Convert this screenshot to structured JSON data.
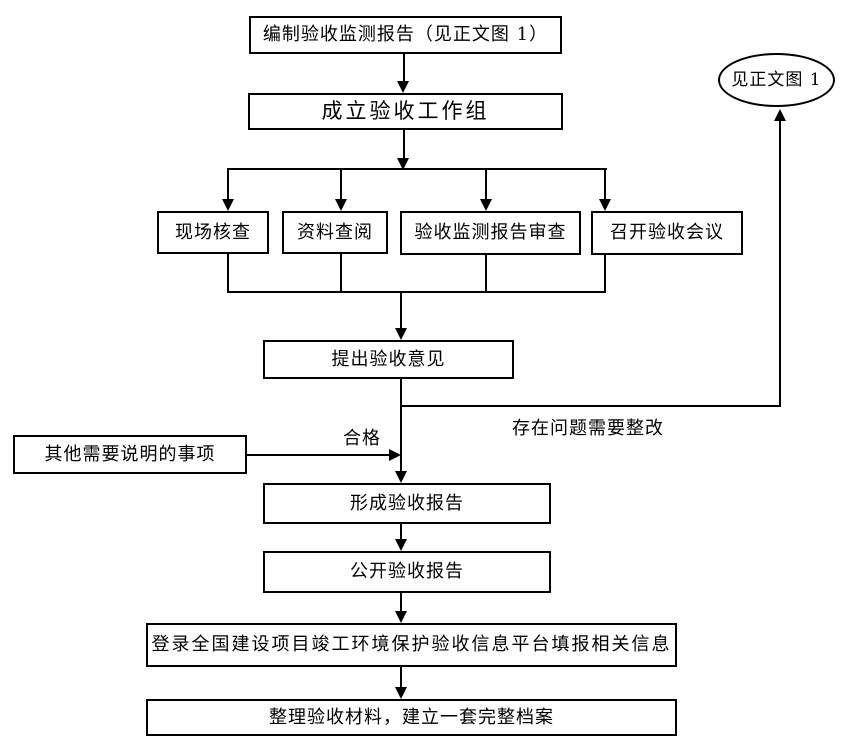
{
  "diagram": {
    "background": "#ffffff",
    "line_color": "#000000",
    "nodes": {
      "prepare_report": {
        "label": "编制验收监测报告（见正文图 1）",
        "shape": "rect"
      },
      "form_group": {
        "label": "成立验收工作组",
        "shape": "rect"
      },
      "site_check": {
        "label": "现场核查",
        "shape": "rect"
      },
      "review_materials": {
        "label": "资料查阅",
        "shape": "rect"
      },
      "review_monitor_report": {
        "label": "验收监测报告审查",
        "shape": "rect"
      },
      "hold_meeting": {
        "label": "召开验收会议",
        "shape": "rect"
      },
      "propose_opinion": {
        "label": "提出验收意见",
        "shape": "rect"
      },
      "other_notes": {
        "label": "其他需要说明的事项",
        "shape": "rect"
      },
      "form_report": {
        "label": "形成验收报告",
        "shape": "rect"
      },
      "publish_report": {
        "label": "公开验收报告",
        "shape": "rect"
      },
      "platform_entry": {
        "label": "登录全国建设项目竣工环境保护验收信息平台填报相关信息",
        "shape": "rect"
      },
      "archive": {
        "label": "整理验收材料，建立一套完整档案",
        "shape": "rect"
      },
      "see_figure": {
        "label": "见正文图 1",
        "shape": "ellipse"
      }
    },
    "edge_labels": {
      "qualified": "合格",
      "needs_rectification": "存在问题需要整改"
    }
  }
}
